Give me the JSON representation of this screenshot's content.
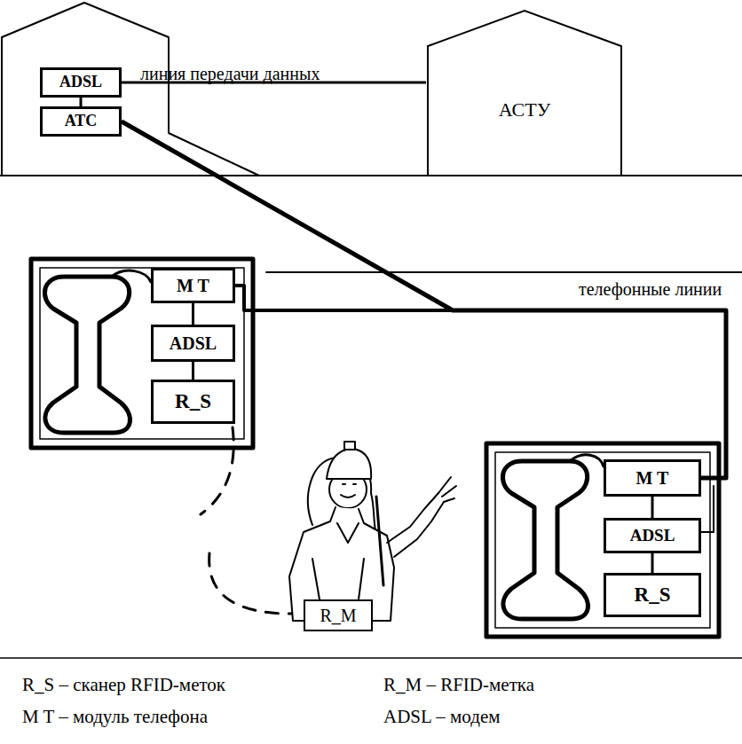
{
  "diagram": {
    "nodes": [
      {
        "text": [
          "ADSL"
        ]
      },
      {
        "text": [
          "АТС"
        ]
      },
      {
        "text": [
          "АСТУ"
        ]
      },
      {
        "text": [
          "M T"
        ]
      },
      {
        "text": [
          "ADSL"
        ]
      },
      {
        "text": [
          "R_S"
        ]
      },
      {
        "text": [
          "M T"
        ]
      },
      {
        "text": [
          "ADSL"
        ]
      },
      {
        "text": [
          "R_S"
        ]
      },
      {
        "text": [
          "R_M"
        ]
      }
    ],
    "edges": [
      {
        "from": 0,
        "to": 1,
        "arrow": "none"
      },
      {
        "from": 0,
        "to": 2,
        "label": "линия передачи данных",
        "arrow": "none"
      },
      {
        "from": 1,
        "to": 3,
        "arrow": "none"
      },
      {
        "from": 1,
        "to": 6,
        "label": "телефонные линии",
        "arrow": "none"
      },
      {
        "from": 3,
        "to": 4,
        "arrow": "none"
      },
      {
        "from": 4,
        "to": 5,
        "arrow": "none"
      },
      {
        "from": 6,
        "to": 7,
        "arrow": "none"
      },
      {
        "from": 7,
        "to": 8,
        "arrow": "none"
      }
    ],
    "labels": [
      "R_S – сканер RFID-меток",
      "M T – модуль телефона",
      "R_M – RFID-метка",
      "ADSL – модем"
    ]
  }
}
